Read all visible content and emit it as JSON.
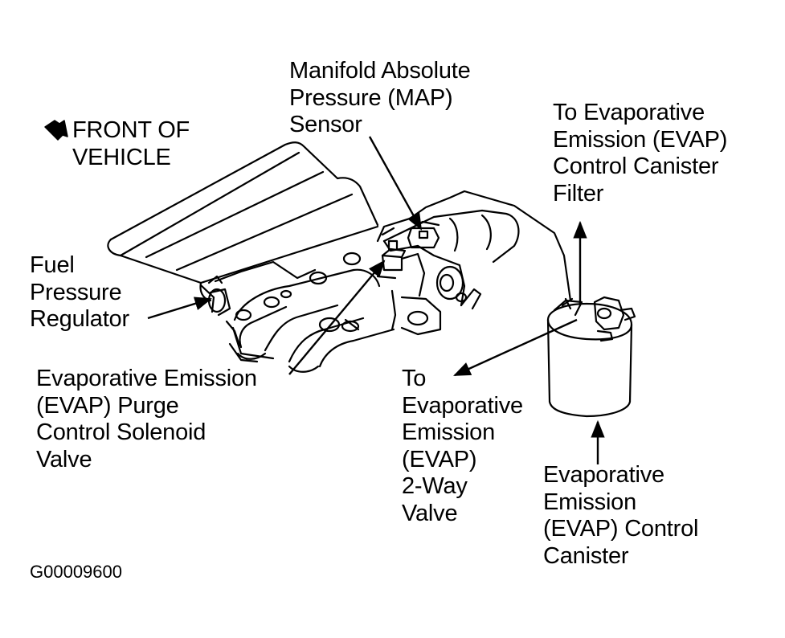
{
  "labels": {
    "front": [
      "FRONT OF",
      "VEHICLE"
    ],
    "map": [
      "Manifold Absolute",
      "Pressure (MAP)",
      "Sensor"
    ],
    "canister_filter": [
      "To Evaporative",
      "Emission (EVAP)",
      "Control Canister",
      "Filter"
    ],
    "fuel_regulator": [
      "Fuel",
      "Pressure",
      "Regulator"
    ],
    "purge_solenoid": [
      "Evaporative Emission",
      "(EVAP) Purge",
      "Control Solenoid",
      "Valve"
    ],
    "two_way_valve": [
      "To",
      "Evaporative",
      "Emission",
      "(EVAP)",
      "2-Way",
      "Valve"
    ],
    "canister": [
      "Evaporative",
      "Emission",
      "(EVAP) Control",
      "Canister"
    ]
  },
  "figure_code": "G00009600",
  "colors": {
    "ink": "#000000",
    "paper": "#ffffff"
  },
  "icons": {
    "front_arrow": "front-arrow-icon"
  }
}
